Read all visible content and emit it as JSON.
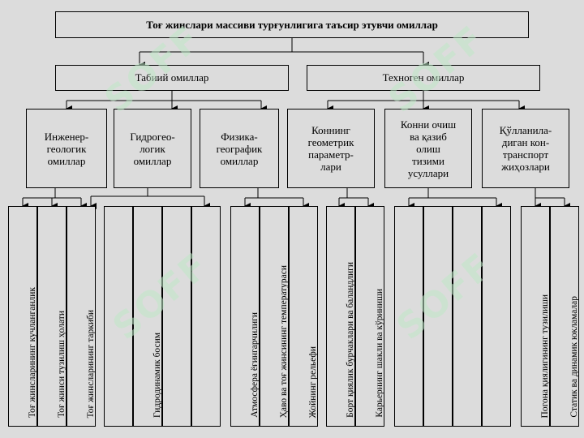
{
  "title": "Тоғ жинслари массиви турғунлигига таъсир этувчи омиллар",
  "categories": [
    {
      "label": "Табиий омиллар"
    },
    {
      "label": "Техноген омиллар"
    }
  ],
  "subcategories": [
    {
      "label": "Инженер-\nгеологик\nомиллар"
    },
    {
      "label": "Гидрогео-\nлогик\nомиллар"
    },
    {
      "label": "Физика-\nгеографик\nомиллар"
    },
    {
      "label": "Коннинг\nгеометрик\nпараметр-\nлари"
    },
    {
      "label": "Конни очиш\nва қазиб\nолиш\nтизими\nусуллари"
    },
    {
      "label": "Қўлланила-\nдиган кон-\nтранспорт\nжиҳозлари"
    }
  ],
  "factors": [
    {
      "label": "Тоғ жинсларининг кучланганлик"
    },
    {
      "label": "Тоғ жинси тузилиш ҳолати"
    },
    {
      "label": "Тоғ жинсларининг таркиби"
    },
    {
      "label": ""
    },
    {
      "label": "Гидродинамик босим"
    },
    {
      "label": ""
    },
    {
      "label": ""
    },
    {
      "label": "Атмосфера ёғингарчилиги"
    },
    {
      "label": "Ҳаво ва тоғ жинсининг температураси"
    },
    {
      "label": "Жойнинг рельефи"
    },
    {
      "label": "Борт қиялик бурчаклари ва баландлиги"
    },
    {
      "label": "Карьернинг шакли ва кўриниши"
    },
    {
      "label": ""
    },
    {
      "label": ""
    },
    {
      "label": ""
    },
    {
      "label": ""
    },
    {
      "label": "Погона қиялигининг тузилиши"
    },
    {
      "label": "Статик ва динамик юкламалар"
    }
  ],
  "watermark_text": "SOFF",
  "colors": {
    "background": "#dcdcdc",
    "lines": "#000000",
    "watermark": "#bfe8c8"
  }
}
